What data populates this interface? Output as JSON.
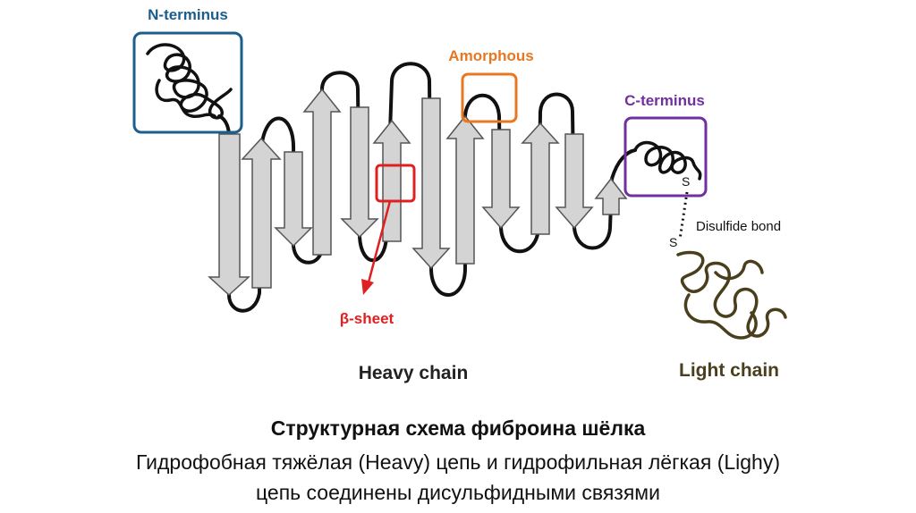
{
  "labels": {
    "n_terminus": "N-terminus",
    "amorphous": "Amorphous",
    "c_terminus": "C-terminus",
    "beta_sheet": "β-sheet",
    "heavy_chain": "Heavy chain",
    "light_chain": "Light chain",
    "disulfide_bond": "Disulfide bond",
    "s_upper": "S",
    "s_lower": "S"
  },
  "caption": {
    "title": "Структурная схема фиброина шёлка",
    "line1": "Гидрофобная тяжёлая (Heavy) цепь и гидрофильная лёгкая (Lighy)",
    "line2": "цепь соединены дисульфидными связями"
  },
  "colors": {
    "n_terminus": "#1b5e8c",
    "amorphous": "#e87722",
    "c_terminus": "#7030a0",
    "beta_sheet": "#e02020",
    "light_chain": "#4a3f1c",
    "strand_fill": "#d4d4d4",
    "chain": "#111111"
  }
}
